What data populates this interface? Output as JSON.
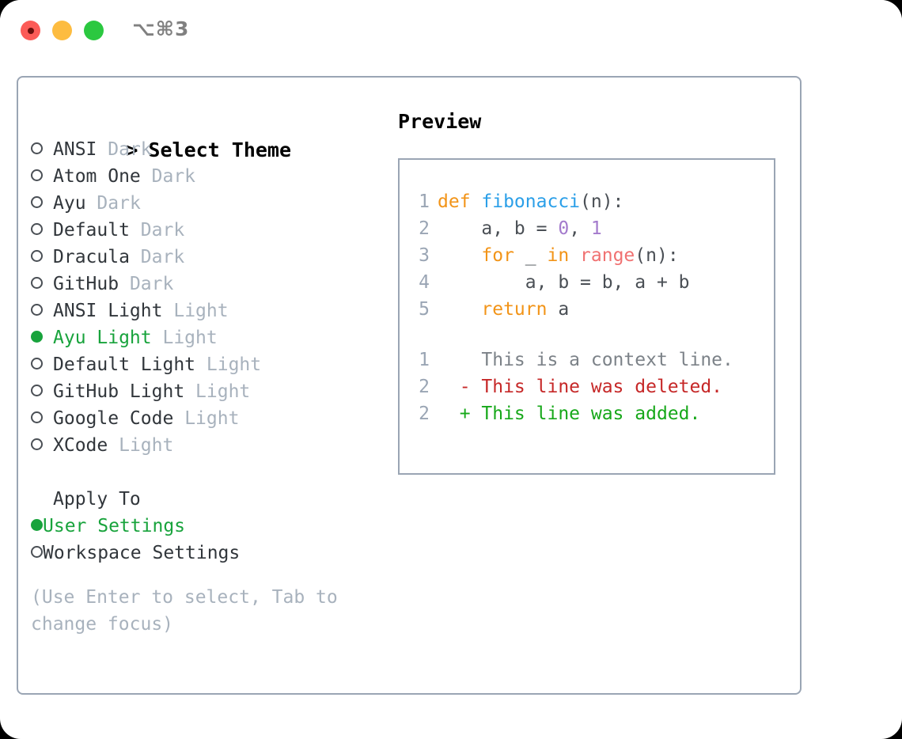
{
  "window": {
    "shortcut": "⌥⌘3",
    "traffic_lights": [
      {
        "name": "close",
        "color": "#fc5b57"
      },
      {
        "name": "minimize",
        "color": "#fdbc40"
      },
      {
        "name": "zoom",
        "color": "#2bc840"
      }
    ]
  },
  "theme_panel": {
    "caret": ">",
    "title": "Select Theme",
    "items": [
      {
        "marker": "hollow",
        "name": "ANSI",
        "mode": "Dark",
        "selected": false
      },
      {
        "marker": "hollow",
        "name": "Atom One",
        "mode": "Dark",
        "selected": false
      },
      {
        "marker": "hollow",
        "name": "Ayu",
        "mode": "Dark",
        "selected": false
      },
      {
        "marker": "hollow",
        "name": "Default",
        "mode": "Dark",
        "selected": false
      },
      {
        "marker": "hollow",
        "name": "Dracula",
        "mode": "Dark",
        "selected": false
      },
      {
        "marker": "hollow",
        "name": "GitHub",
        "mode": "Dark",
        "selected": false
      },
      {
        "marker": "hollow",
        "name": "ANSI Light",
        "mode": "Light",
        "selected": false
      },
      {
        "marker": "filled",
        "name": "Ayu Light",
        "mode": "Light",
        "selected": true
      },
      {
        "marker": "hollow",
        "name": "Default Light",
        "mode": "Light",
        "selected": false
      },
      {
        "marker": "hollow",
        "name": "GitHub Light",
        "mode": "Light",
        "selected": false
      },
      {
        "marker": "hollow",
        "name": "Google Code",
        "mode": "Light",
        "selected": false
      },
      {
        "marker": "hollow",
        "name": "XCode",
        "mode": "Light",
        "selected": false
      }
    ]
  },
  "apply_to": {
    "heading": "Apply To",
    "options": [
      {
        "marker": "filled",
        "label": "User Settings",
        "selected": true
      },
      {
        "marker": "hollow",
        "label": "Workspace Settings",
        "selected": false
      }
    ]
  },
  "hint": "(Use Enter to select, Tab to change focus)",
  "preview": {
    "title": "Preview",
    "code_lines": [
      {
        "lineno": "1",
        "tokens": [
          {
            "text": "def ",
            "cls": "tok-kw"
          },
          {
            "text": "fibonacci",
            "cls": "tok-fn"
          },
          {
            "text": "(n):",
            "cls": "tok-punct"
          }
        ]
      },
      {
        "lineno": "2",
        "tokens": [
          {
            "text": "    a, b = ",
            "cls": "tok-plain"
          },
          {
            "text": "0",
            "cls": "tok-num"
          },
          {
            "text": ", ",
            "cls": "tok-punct"
          },
          {
            "text": "1",
            "cls": "tok-num"
          }
        ]
      },
      {
        "lineno": "3",
        "tokens": [
          {
            "text": "    for ",
            "cls": "tok-kw"
          },
          {
            "text": "_ ",
            "cls": "tok-plain"
          },
          {
            "text": "in ",
            "cls": "tok-kw"
          },
          {
            "text": "range",
            "cls": "tok-builtin"
          },
          {
            "text": "(n):",
            "cls": "tok-punct"
          }
        ]
      },
      {
        "lineno": "4",
        "tokens": [
          {
            "text": "        a, b = b, a + b",
            "cls": "tok-plain"
          }
        ]
      },
      {
        "lineno": "5",
        "tokens": [
          {
            "text": "    return ",
            "cls": "tok-kw"
          },
          {
            "text": "a",
            "cls": "tok-plain"
          }
        ]
      }
    ],
    "diff_lines": [
      {
        "lineno": "1",
        "sign": " ",
        "text": "This is a context line.",
        "cls": "diff-context"
      },
      {
        "lineno": "2",
        "sign": "-",
        "text": "This line was deleted.",
        "cls": "diff-del"
      },
      {
        "lineno": "2",
        "sign": "+",
        "text": "This line was added.",
        "cls": "diff-add"
      }
    ]
  },
  "colors": {
    "accent_green": "#18a33c",
    "border": "#9aa5b4",
    "muted": "#a8b2bd",
    "keyword": "#f29418",
    "function": "#2b9fe8",
    "builtin": "#f07171",
    "number": "#a37acc",
    "diff_add": "#17a81a",
    "diff_del": "#c62828"
  }
}
